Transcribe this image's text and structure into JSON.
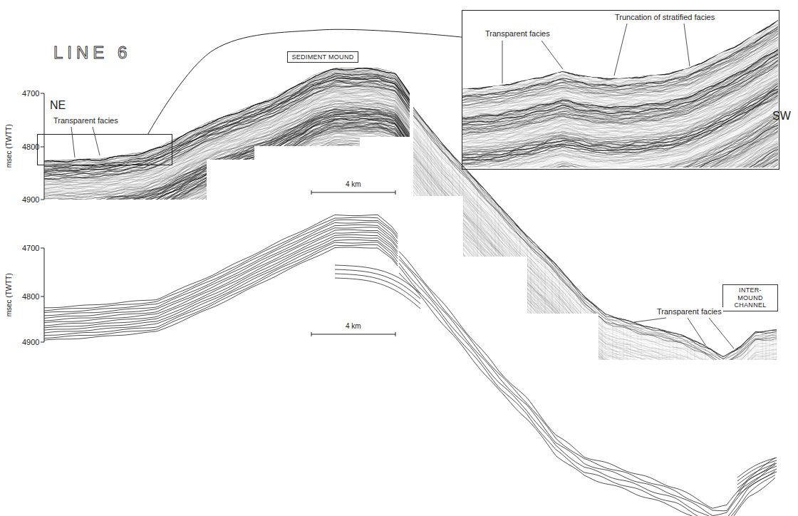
{
  "diagram": {
    "title": "LINE 6",
    "nodes": [
      {
        "text": [
          "SEDIMENT MOUND"
        ]
      },
      {
        "text": [
          "Transparent facies"
        ]
      },
      {
        "text": [
          "Transparent facies",
          "Truncation of stratified facies"
        ]
      },
      {
        "text": [
          "INTER-MOUND CHANNEL"
        ]
      }
    ],
    "edges": [
      {
        "from": 1,
        "to": 2,
        "arrow": "none"
      }
    ],
    "labels": [
      "NE",
      "SW",
      "4700",
      "4800",
      "4900",
      "msec (TWTT)",
      "4 km",
      "4700",
      "4800",
      "4900",
      "msec (TWTT)",
      "4 km",
      "Transparent facies"
    ]
  }
}
